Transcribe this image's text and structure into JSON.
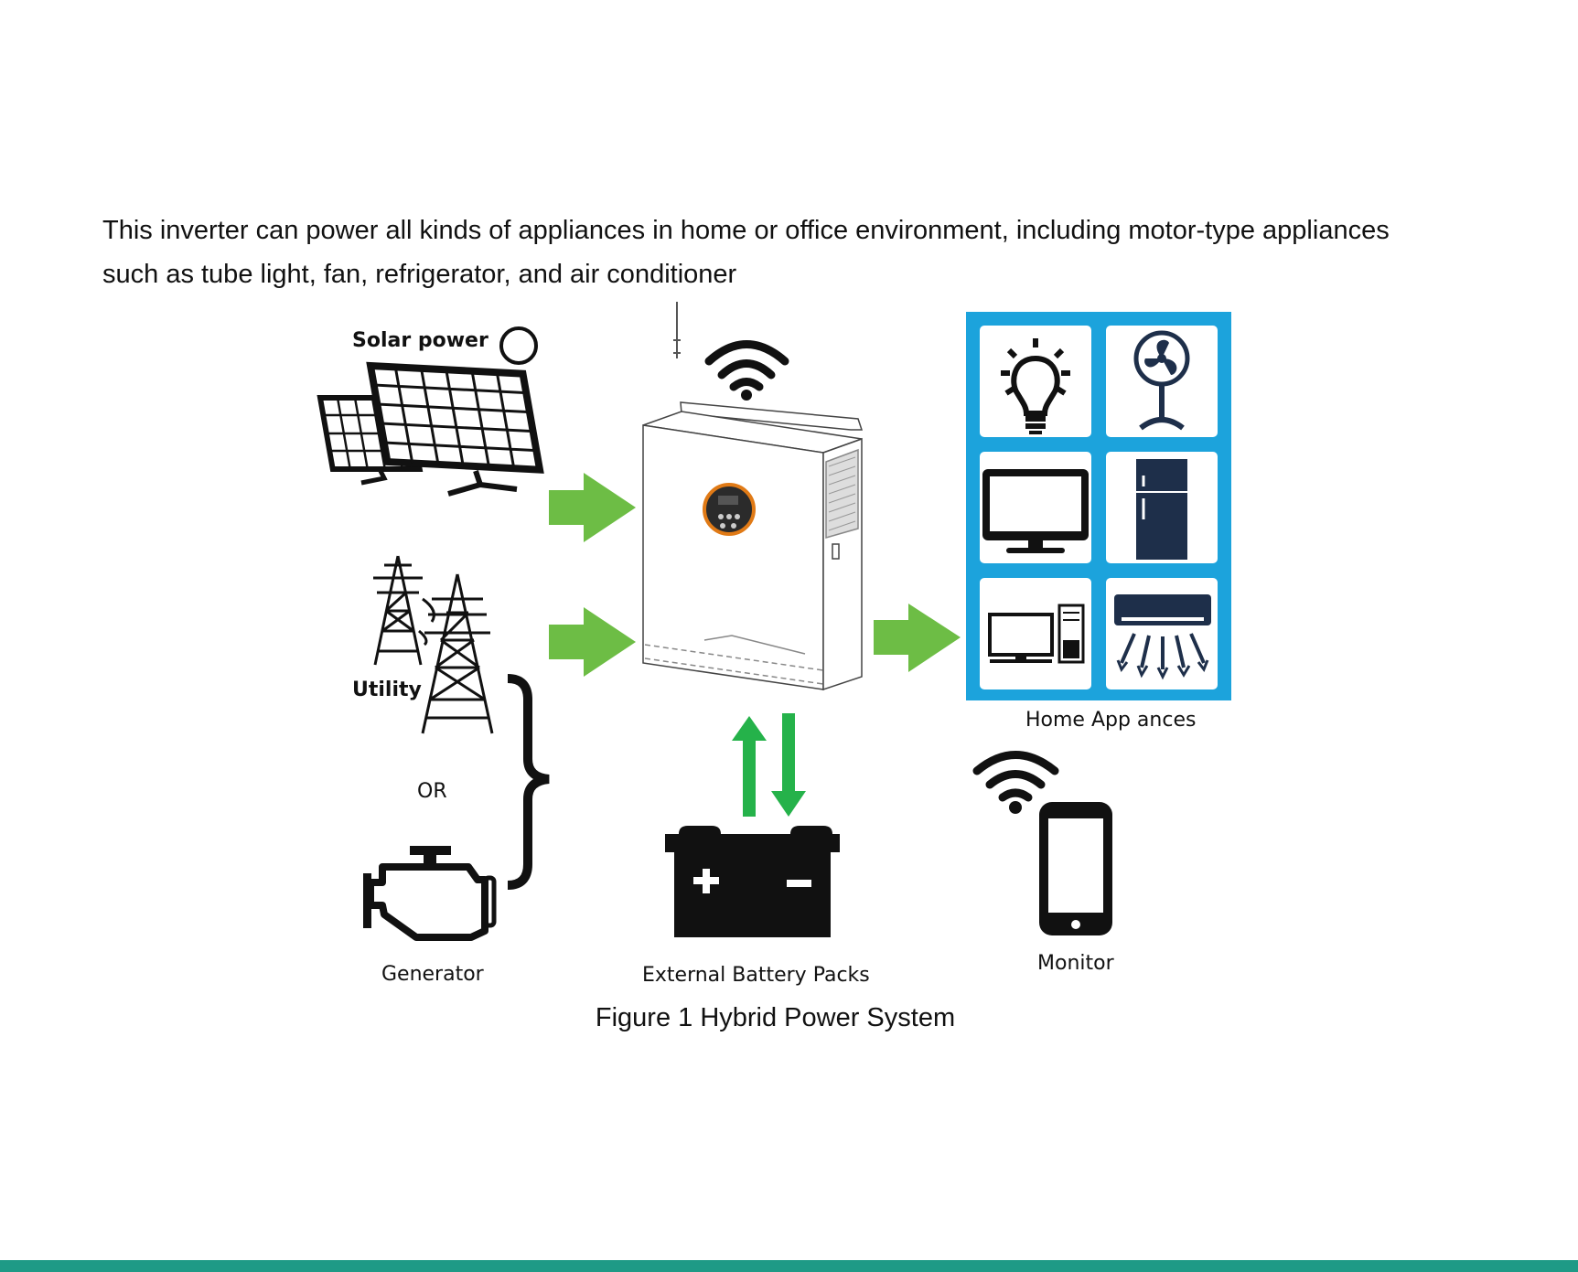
{
  "intro": {
    "line1": "This inverter can power all kinds of appliances in home or office environment, including motor-type appliances",
    "line2": "such as tube light, fan, refrigerator, and air conditioner"
  },
  "labels": {
    "solar": "Solar power",
    "utility": "Utility",
    "or": "OR",
    "generator": "Generator",
    "battery": "External Battery Packs",
    "appliances": "Home App ances",
    "monitor": "Monitor"
  },
  "caption": "Figure 1 Hybrid Power System",
  "colors": {
    "flow_arrow": "#6dbd45",
    "battery_arrow": "#25b24a",
    "appliance_frame": "#1ca3dc",
    "fridge": "#1e2f4a",
    "inverter_display_ring": "#e07a16",
    "bottom_bar": "#1e9a86"
  },
  "icons": [
    "solar-panel-icon",
    "sun-icon",
    "transmission-tower-icon",
    "generator-engine-icon",
    "inverter-device",
    "wifi-icon",
    "battery-icon",
    "smartphone-icon",
    "light-bulb-icon",
    "fan-icon",
    "tv-icon",
    "refrigerator-icon",
    "computer-icon",
    "air-conditioner-icon"
  ]
}
